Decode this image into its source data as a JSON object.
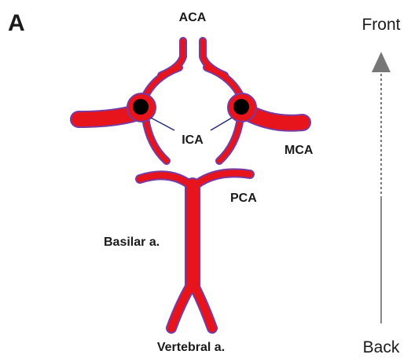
{
  "panel_label": "A",
  "vessels": {
    "aca": "ACA",
    "ica": "ICA",
    "mca": "MCA",
    "pca": "PCA",
    "basilar": "Basilar a.",
    "vertebral": "Vertebral a."
  },
  "orientation": {
    "front": "Front",
    "back": "Back"
  },
  "colors": {
    "artery_fill": "#e8141c",
    "artery_outline": "#7a3aa0",
    "ica_lumen": "#000000",
    "leader_line": "#2a2a7a",
    "arrow": "#777777"
  }
}
